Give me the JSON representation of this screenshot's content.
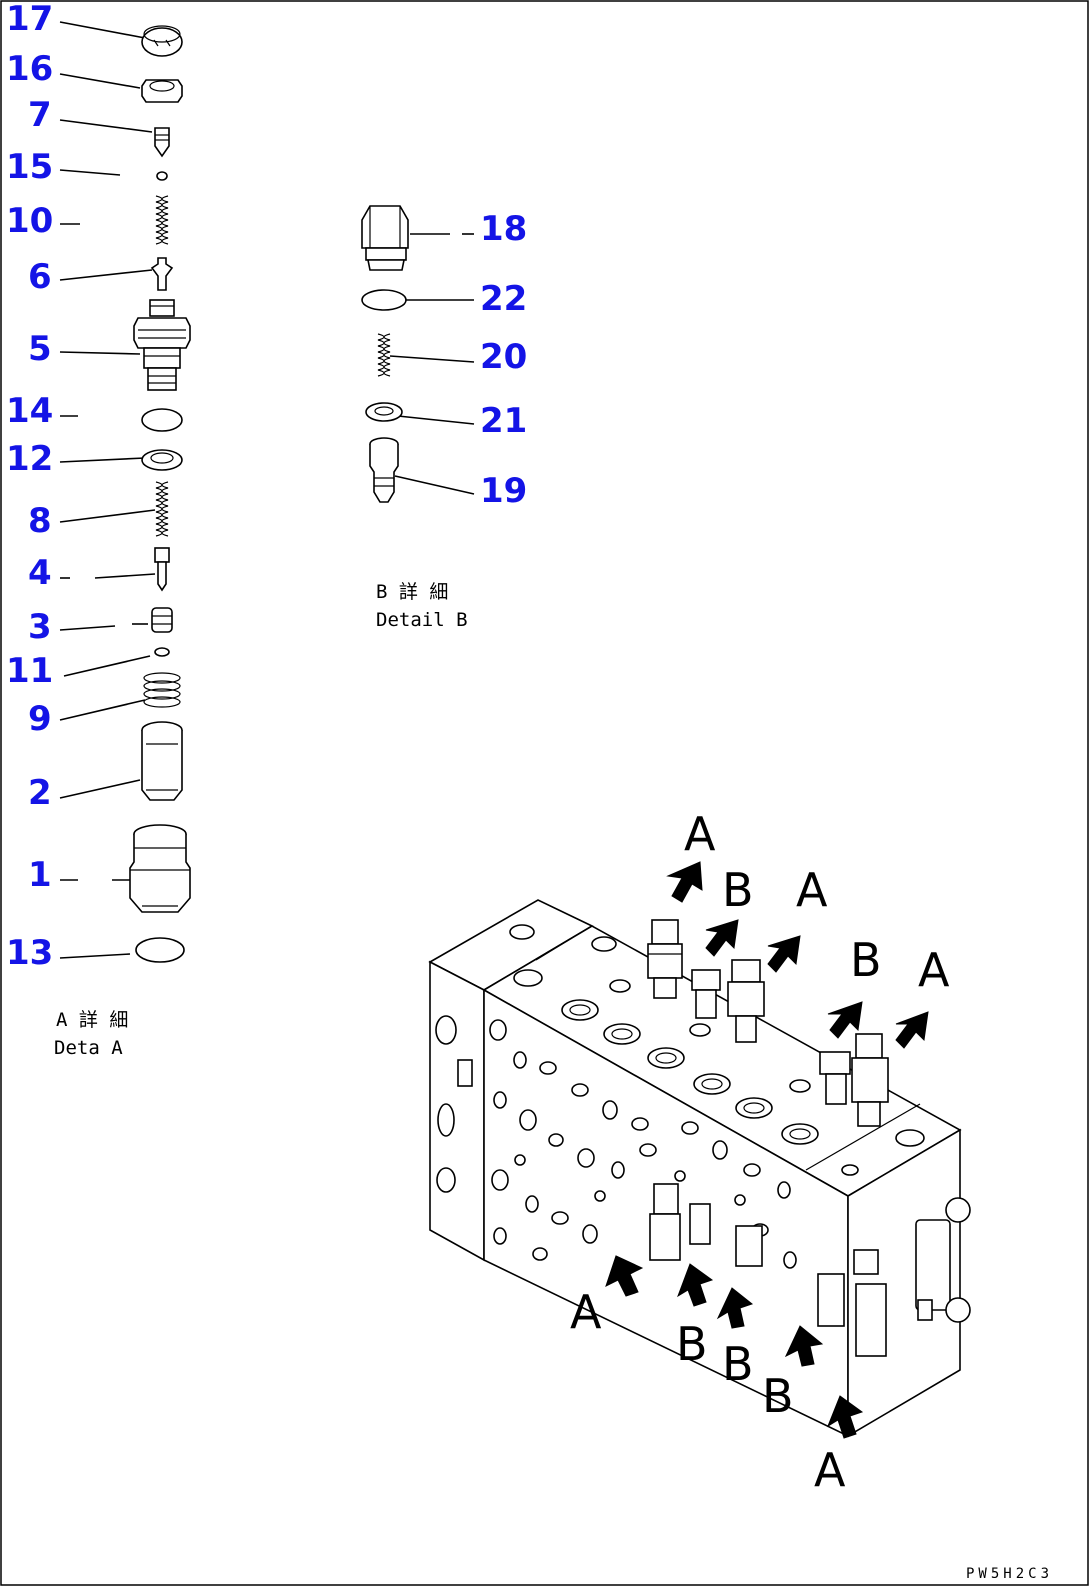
{
  "detail_a": {
    "part_numbers": [
      "17",
      "16",
      "7",
      "15",
      "10",
      "6",
      "5",
      "14",
      "12",
      "8",
      "4",
      "3",
      "11",
      "9",
      "2",
      "1",
      "13"
    ],
    "caption_jp": "A 詳 細",
    "caption_en": "Deta   A"
  },
  "detail_b": {
    "part_numbers": [
      "18",
      "22",
      "20",
      "21",
      "19"
    ],
    "caption_jp": "B 詳 細",
    "caption_en": "Detail B"
  },
  "assembly": {
    "callouts": [
      "A",
      "B",
      "A",
      "B",
      "A",
      "A",
      "B",
      "B",
      "B",
      "A"
    ],
    "arrow_color": "#000000"
  },
  "drawing_code": "PW5H2C3",
  "colors": {
    "part_number": "#1414e6",
    "line": "#000000",
    "background": "#ffffff"
  }
}
